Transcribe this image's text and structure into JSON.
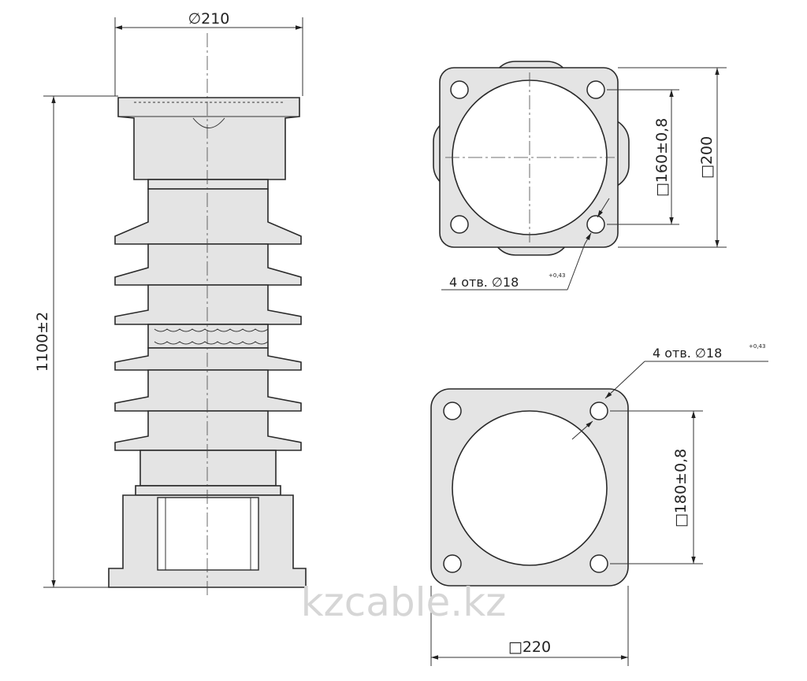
{
  "side_view": {
    "diameter_label": "∅210",
    "height_label": "1100±2"
  },
  "top_flange": {
    "square_label": "□200",
    "holes_square_label": "□160±0,8",
    "holes_note": "4 отв. ∅18",
    "holes_tolerance": "+0,43"
  },
  "bottom_flange": {
    "square_label": "□220",
    "holes_square_label": "□180±0,8",
    "holes_note": "4 отв. ∅18",
    "holes_tolerance": "+0,43"
  },
  "watermark": "kzcable.kz"
}
